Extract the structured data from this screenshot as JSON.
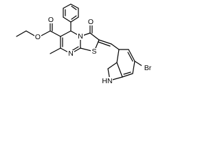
{
  "molecule": {
    "atom_labels": {
      "carbonyl_o": "O",
      "ester_o": "O",
      "ketone_o": "O",
      "ring_n": "N",
      "imine_n": "N",
      "sulfur": "S",
      "indole_nh": "HN",
      "bromine": "Br"
    }
  }
}
